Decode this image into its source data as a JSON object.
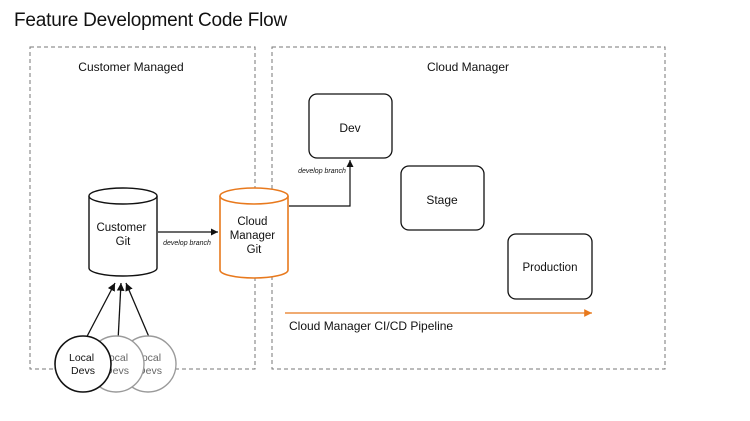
{
  "title": "Feature Development Code Flow",
  "regions": {
    "customer": "Customer Managed",
    "cloud": "Cloud Manager"
  },
  "nodes": {
    "customer_git": [
      "Customer",
      "Git"
    ],
    "cloud_git": [
      "Cloud",
      "Manager",
      "Git"
    ],
    "dev": "Dev",
    "stage": "Stage",
    "production": "Production",
    "local_devs": [
      "Local",
      "Devs"
    ]
  },
  "edges": {
    "to_cloud_git": "develop branch",
    "to_dev": "develop branch"
  },
  "pipeline_label": "Cloud Manager CI/CD Pipeline",
  "colors": {
    "accent": "#e8791d",
    "stroke": "#111111",
    "faded": "#9a9a9a",
    "dashed": "#777777"
  }
}
